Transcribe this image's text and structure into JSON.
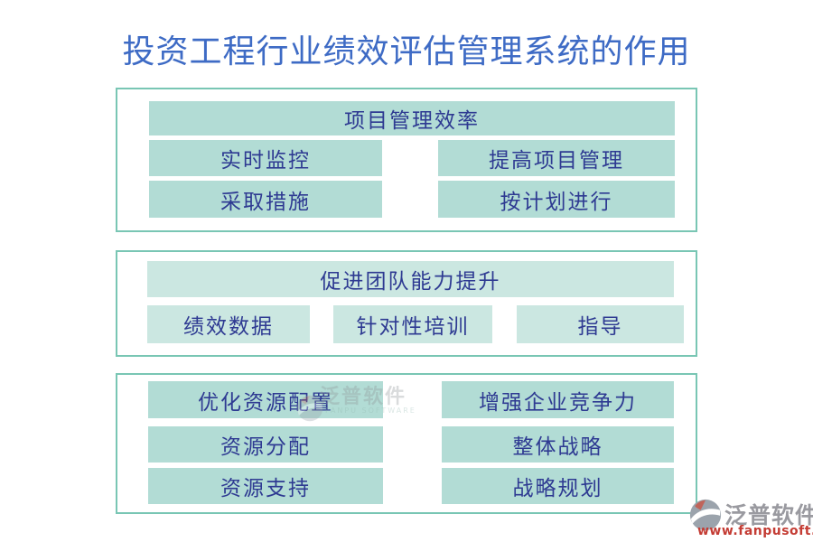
{
  "title": "投资工程行业绩效评估管理系统的作用",
  "sections": [
    {
      "header": "项目管理效率",
      "items": [
        "实时监控",
        "提高项目管理",
        "采取措施",
        "按计划进行"
      ]
    },
    {
      "header": "促进团队能力提升",
      "items": [
        "绩效数据",
        "针对性培训",
        "指导"
      ]
    },
    {
      "items": [
        "优化资源配置",
        "增强企业竞争力",
        "资源分配",
        "整体战略",
        "资源支持",
        "战略规划"
      ]
    }
  ],
  "watermark": {
    "name": "泛普软件",
    "subtext": "FANPU SOFTWARE"
  },
  "brand": {
    "name": "泛普软件",
    "url": "www.fanpusoft.com"
  },
  "colors": {
    "title_blue": "#3e6bc5",
    "box_text_navy": "#2e3a92",
    "box_fill_teal": "#b2dcd5",
    "box_fill_teal_light": "#cbe7e1",
    "section_border_teal": "#79c6b4",
    "brand_gray": "#9a9aa0",
    "brand_red": "#c43c34"
  }
}
